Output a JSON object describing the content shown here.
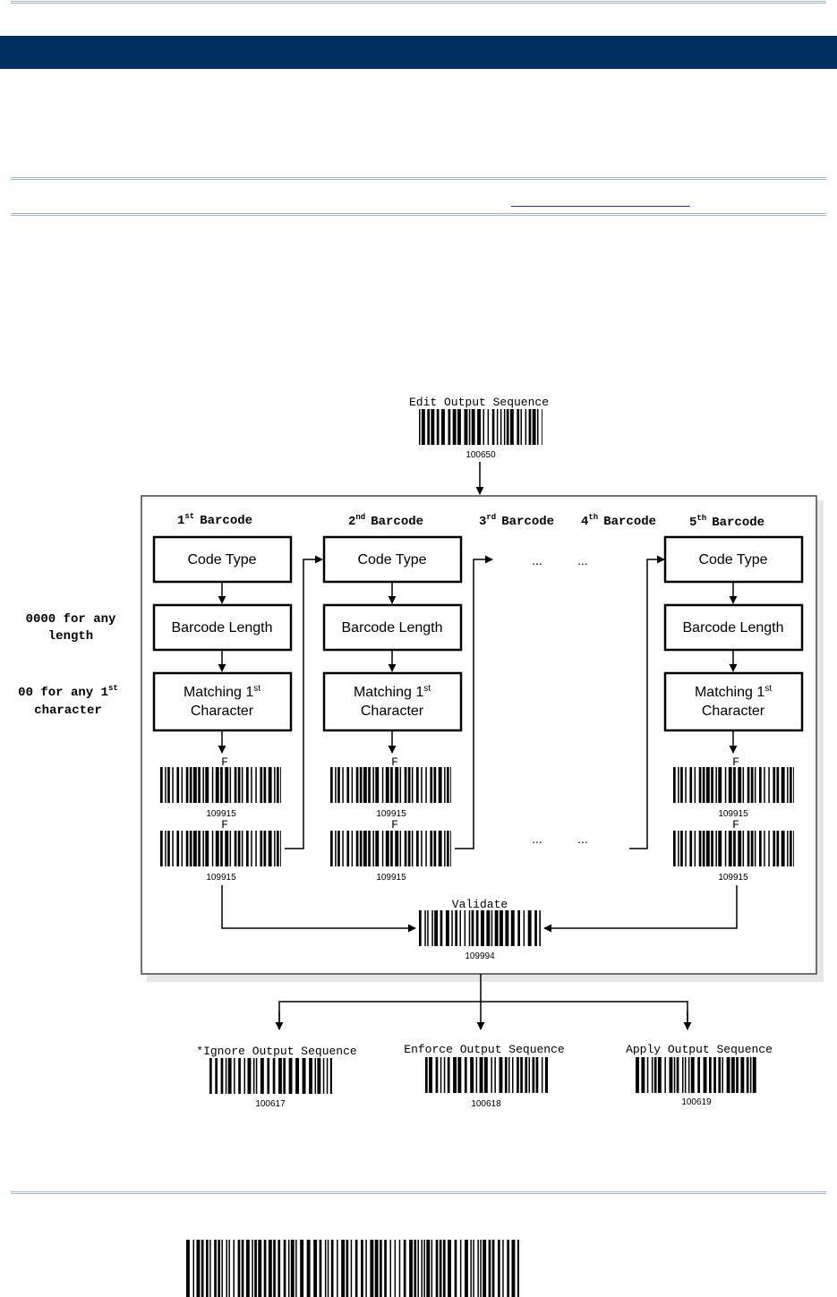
{
  "diagram": {
    "top_barcode": {
      "caption": "Edit Output Sequence",
      "number": "100650"
    },
    "columns": [
      {
        "ord": "1",
        "sup": "st",
        "word": "Barcode"
      },
      {
        "ord": "2",
        "sup": "nd",
        "word": "Barcode"
      },
      {
        "ord": "3",
        "sup": "rd",
        "word": "Barcode"
      },
      {
        "ord": "4",
        "sup": "th",
        "word": "Barcode"
      },
      {
        "ord": "5",
        "sup": "th",
        "word": "Barcode"
      }
    ],
    "boxes": {
      "code_type": "Code Type",
      "barcode_length": "Barcode Length",
      "matching_main": "Matching 1",
      "matching_sup": "st",
      "matching_line2": "Character"
    },
    "side_notes": {
      "length_line1": "0000 for any",
      "length_line2": "length",
      "char_line1": "00 for any 1",
      "char_sup": "st",
      "char_line2": "character"
    },
    "f_barcode": {
      "caption": "F",
      "number": "109915"
    },
    "ellipsis": "...",
    "validate": {
      "caption": "Validate",
      "number": "109994"
    },
    "outputs": [
      {
        "caption": "*Ignore Output Sequence",
        "number": "100617"
      },
      {
        "caption": "Enforce Output Sequence",
        "number": "100618"
      },
      {
        "caption": "Apply Output Sequence",
        "number": "100619"
      }
    ]
  }
}
